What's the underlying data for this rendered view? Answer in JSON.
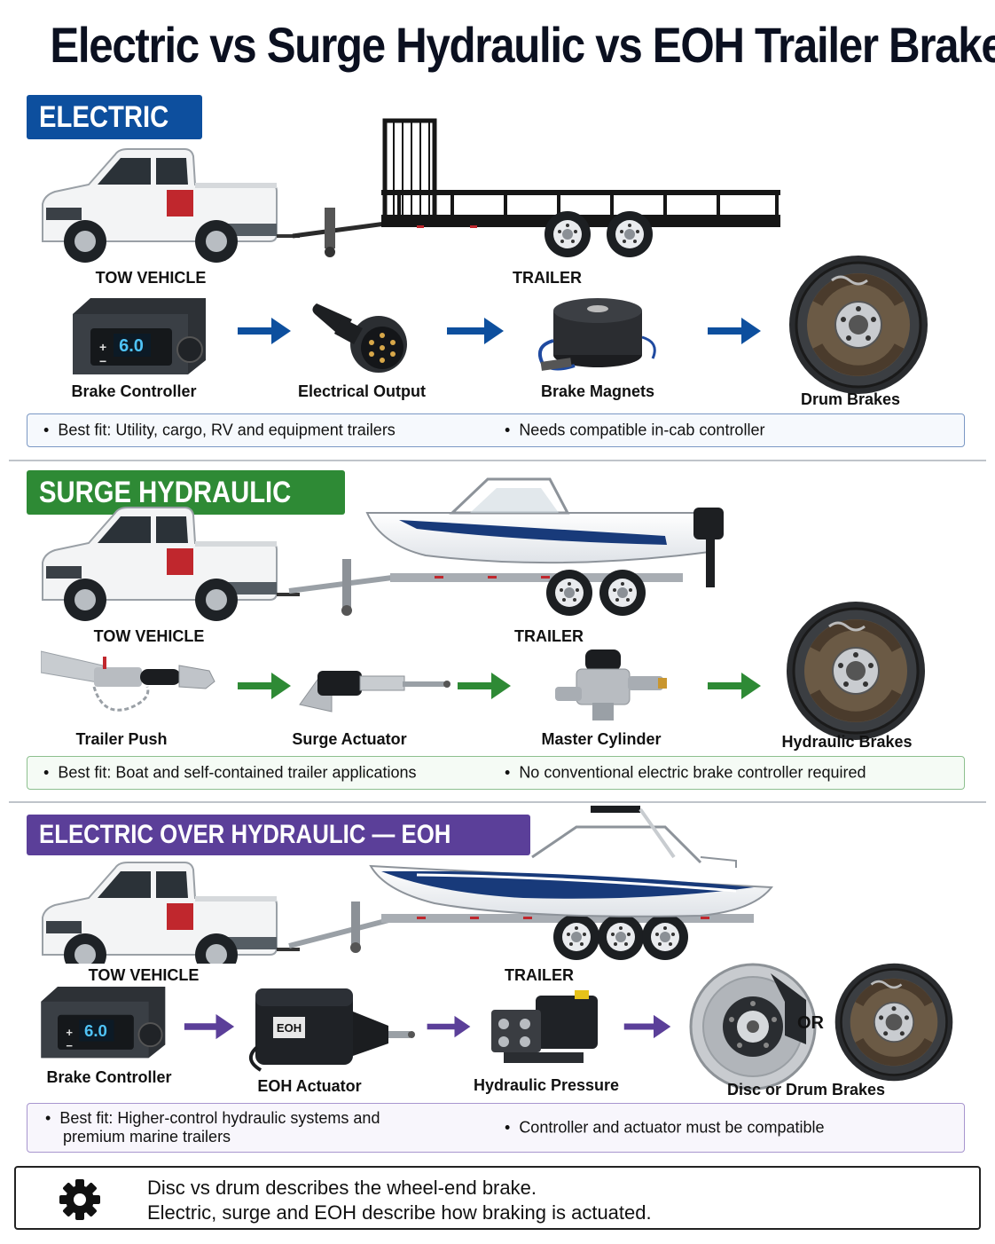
{
  "title": "Electric vs Surge Hydraulic vs EOH Trailer Brakes",
  "colors": {
    "electric": "#0d4f9e",
    "surge": "#2e8a35",
    "eoh": "#5b3f99"
  },
  "sections": {
    "electric": {
      "badge": "ELECTRIC",
      "tow_label": "TOW VEHICLE",
      "trailer_label": "TRAILER",
      "components": [
        "Brake Controller",
        "Electrical Output",
        "Brake Magnets",
        "Drum Brakes"
      ],
      "controller_display": "6.0",
      "bullets": [
        "Best fit: Utility, cargo, RV and equipment trailers",
        "Needs compatible in-cab controller"
      ]
    },
    "surge": {
      "badge": "SURGE HYDRAULIC",
      "tow_label": "TOW VEHICLE",
      "trailer_label": "TRAILER",
      "components": [
        "Trailer Push",
        "Surge Actuator",
        "Master Cylinder",
        "Hydraulic Brakes"
      ],
      "bullets": [
        "Best fit: Boat and self-contained trailer applications",
        "No conventional electric brake controller required"
      ]
    },
    "eoh": {
      "badge": "ELECTRIC OVER HYDRAULIC — EOH",
      "tow_label": "TOW VEHICLE",
      "trailer_label": "TRAILER",
      "components": [
        "Brake Controller",
        "EOH Actuator",
        "Hydraulic Pressure",
        "Disc or Drum Brakes"
      ],
      "controller_display": "6.0",
      "actuator_tag": "EOH",
      "or_label": "OR",
      "bullets": [
        "Best fit: Higher-control hydraulic systems and",
        "premium marine trailers",
        "Controller and actuator must be compatible"
      ]
    }
  },
  "footer_note": {
    "line1": "Disc vs drum describes the wheel-end brake.",
    "line2": "Electric, surge and EOH describe how braking is actuated."
  }
}
